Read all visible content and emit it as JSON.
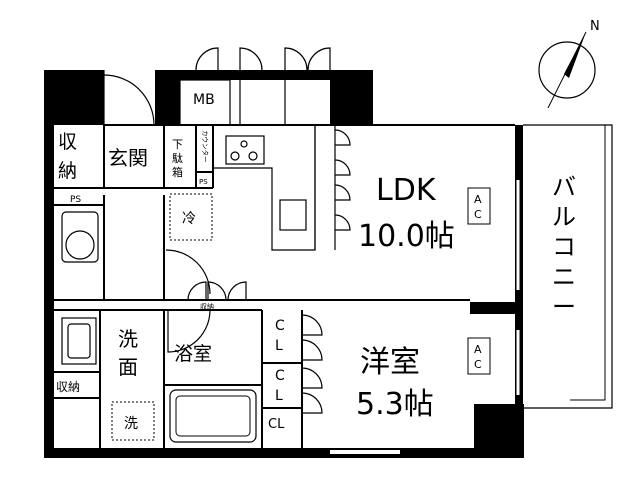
{
  "compass": {
    "north_label": "N"
  },
  "rooms": {
    "ldk": {
      "name": "LDK",
      "size": "10.0帖"
    },
    "western": {
      "name": "洋室",
      "size": "5.3帖"
    },
    "balcony": {
      "chars": [
        "バ",
        "ル",
        "コ",
        "ニ",
        "ー"
      ]
    },
    "entrance": {
      "name": "玄関"
    },
    "storage_top": {
      "chars": [
        "収",
        "納"
      ]
    },
    "shoe_box": {
      "chars": [
        "下",
        "駄",
        "箱"
      ]
    },
    "mb": {
      "name": "MB"
    },
    "counter": {
      "label": "カウンター"
    },
    "ps_small": {
      "label": "PS"
    },
    "ps_left": {
      "label": "PS"
    },
    "fridge": {
      "label": "冷"
    },
    "washroom": {
      "chars": [
        "洗",
        "面"
      ]
    },
    "bathroom": {
      "name": "浴室"
    },
    "storage_bottom": {
      "name": "収納"
    },
    "washer": {
      "label": "洗"
    },
    "closet_small": {
      "label": "収納"
    },
    "closets": {
      "cl1": [
        "C",
        "L"
      ],
      "cl2": [
        "C",
        "L"
      ],
      "cl3": "CL"
    },
    "ac": {
      "ldk": [
        "A",
        "C"
      ],
      "western": [
        "A",
        "C"
      ]
    }
  }
}
